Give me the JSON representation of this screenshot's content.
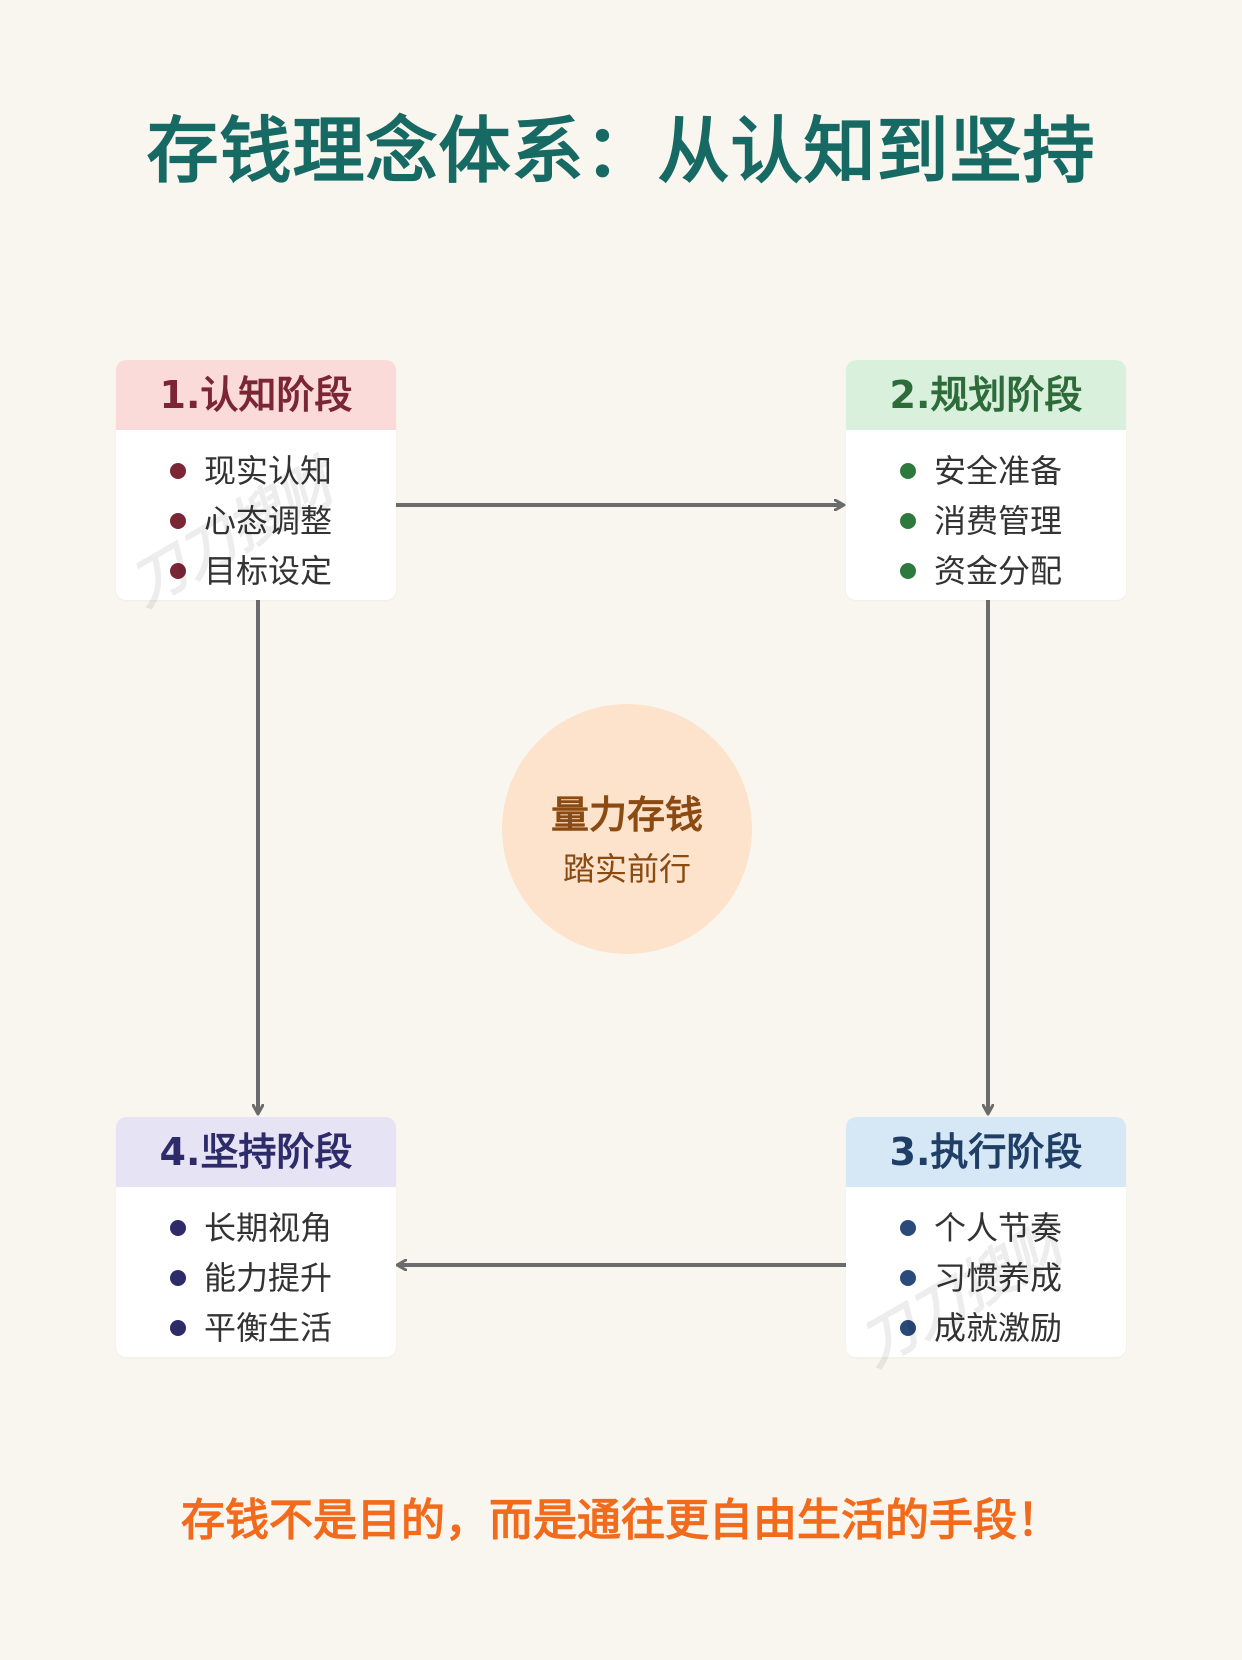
{
  "title": "存钱理念体系：从认知到坚持",
  "center": {
    "title": "量力存钱",
    "subtitle": "踏实前行"
  },
  "footer": "存钱不是目的，而是通往更自由生活的手段！",
  "watermark": "刀刀搜财",
  "stages": [
    {
      "title": "1.认知阶段",
      "items": [
        "现实认知",
        "心态调整",
        "目标设定"
      ],
      "header_bg": "#fbdada",
      "header_color": "#7b2635",
      "bullet_color": "#7b2635"
    },
    {
      "title": "2.规划阶段",
      "items": [
        "安全准备",
        "消费管理",
        "资金分配"
      ],
      "header_bg": "#d9f0dc",
      "header_color": "#2e6b3a",
      "bullet_color": "#2e7a3e"
    },
    {
      "title": "3.执行阶段",
      "items": [
        "个人节奏",
        "习惯养成",
        "成就激励"
      ],
      "header_bg": "#d6e8f5",
      "header_color": "#1f3f66",
      "bullet_color": "#2a4a7a"
    },
    {
      "title": "4.坚持阶段",
      "items": [
        "长期视角",
        "能力提升",
        "平衡生活"
      ],
      "header_bg": "#e6e3f5",
      "header_color": "#2e2b6b",
      "bullet_color": "#2e2b6b"
    }
  ],
  "colors": {
    "background": "#f9f6f0",
    "title": "#176a63",
    "arrow": "#6b6b6b",
    "center_circle": "#fde3cc",
    "center_text": "#8a4a12",
    "footer": "#f26a1b"
  }
}
